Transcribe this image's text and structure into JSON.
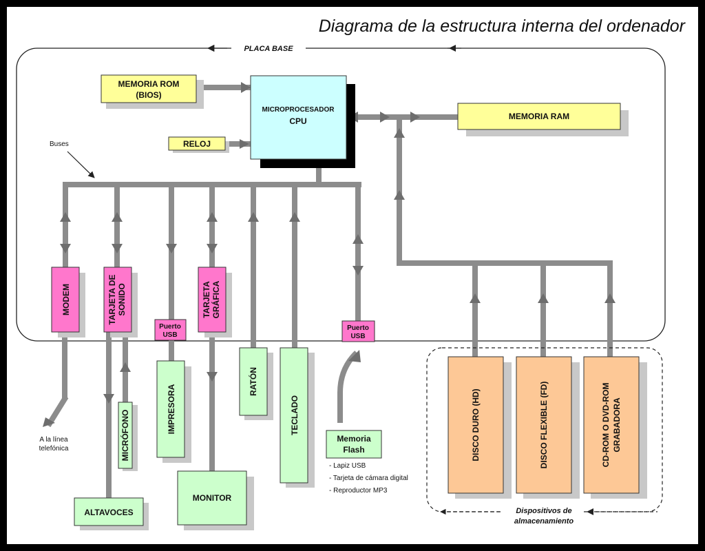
{
  "title": "Diagrama de la estructura interna del ordenador",
  "placa_base": "PLACA BASE",
  "buses": "Buses",
  "colors": {
    "yellow": "#ffff99",
    "cyan": "#ccffff",
    "pink": "#ff77cc",
    "green": "#ccffcc",
    "orange": "#fdc896",
    "bus": "#8c8c8c"
  },
  "rom": [
    "MEMORIA ROM",
    "(BIOS)"
  ],
  "reloj": "RELOJ",
  "cpu": [
    "MICROPROCESADOR",
    "CPU"
  ],
  "ram": "MEMORIA RAM",
  "modem": "MODEM",
  "sonido": [
    "TARJETA DE",
    "SONIDO"
  ],
  "usb1": [
    "Puerto",
    "USB"
  ],
  "grafica": [
    "TARJETA",
    "GRÁFICA"
  ],
  "usb2": [
    "Puerto",
    "USB"
  ],
  "linea": [
    "A la línea",
    "telefónica"
  ],
  "microfono": "MICRÓFONO",
  "altavoces": "ALTAVOCES",
  "impresora": "IMPRESORA",
  "monitor": "MONITOR",
  "raton": "RATÓN",
  "teclado": "TECLADO",
  "flash": {
    "title": [
      "Memoria",
      "Flash"
    ],
    "items": [
      "- Lapiz USB",
      "- Tarjeta de cámara digital",
      "- Reproductor MP3"
    ]
  },
  "storage": {
    "label": [
      "Dispositivos de",
      "almacenamiento"
    ],
    "disco_duro": "DISCO DURO (HD)",
    "disco_flexible": "DISCO FLEXIBLE (FD)",
    "cdrom": [
      "CD-ROM O DVD-ROM",
      "GRABADORA"
    ]
  }
}
